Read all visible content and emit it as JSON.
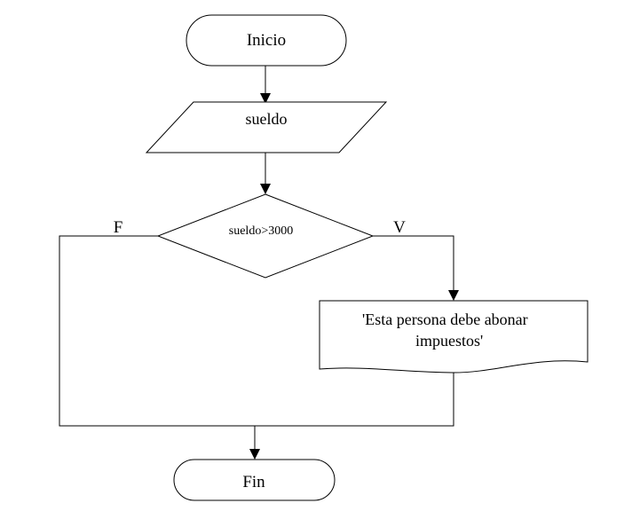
{
  "diagram": {
    "type": "flowchart",
    "nodes": {
      "start": {
        "shape": "terminator",
        "text": "Inicio"
      },
      "input": {
        "shape": "parallelogram",
        "text": "sueldo"
      },
      "decision": {
        "shape": "diamond",
        "text": "sueldo>3000"
      },
      "output": {
        "shape": "document",
        "text_line1": "'Esta persona debe abonar",
        "text_line2": "impuestos'"
      },
      "end": {
        "shape": "terminator",
        "text": "Fin"
      }
    },
    "branches": {
      "false_label": "F",
      "true_label": "V"
    },
    "edges": [
      {
        "from": "start",
        "to": "input"
      },
      {
        "from": "input",
        "to": "decision"
      },
      {
        "from": "decision",
        "to": "output",
        "label": "V"
      },
      {
        "from": "decision",
        "to": "end",
        "label": "F"
      },
      {
        "from": "output",
        "to": "end"
      }
    ],
    "colors": {
      "stroke": "#000000",
      "fill": "#ffffff",
      "text": "#000000"
    }
  }
}
